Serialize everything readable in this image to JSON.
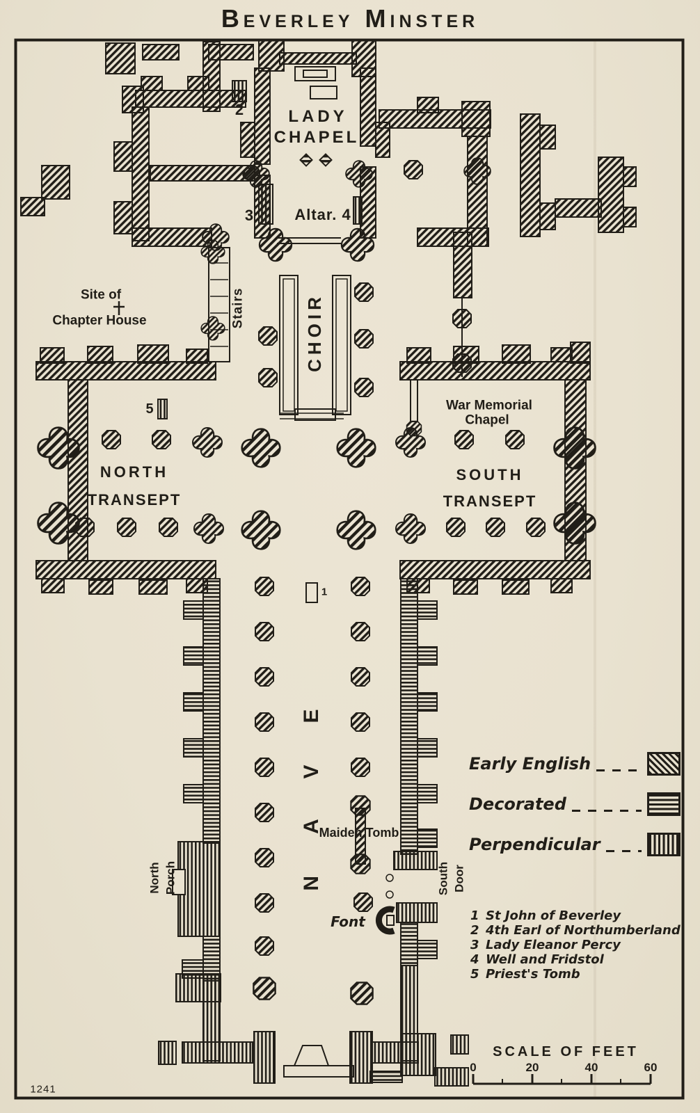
{
  "page": {
    "title": "Beverley Minster",
    "plate_number": "1241"
  },
  "plan": {
    "labels": {
      "lady_chapel": [
        "LADY",
        "CHAPEL"
      ],
      "altar": "Altar. 4",
      "choir": "CHOIR",
      "stairs": "Stairs",
      "chapter_house": [
        "Site of",
        "Chapter House"
      ],
      "war_memorial_chapel": [
        "War Memorial",
        "Chapel"
      ],
      "north_transept": [
        "NORTH",
        "TRANSEPT"
      ],
      "south_transept": [
        "SOUTH",
        "TRANSEPT"
      ],
      "nave": "NAVE",
      "maiden_tomb": "Maiden Tomb",
      "font": "Font",
      "north_porch": [
        "North",
        "Porch"
      ],
      "south_door": [
        "South",
        "Door"
      ]
    },
    "markers": {
      "m1": "1",
      "m2": "2",
      "m3": "3",
      "m5": "5"
    }
  },
  "legend": {
    "items": [
      {
        "label": "Early English",
        "pattern": "diagonal-hatch"
      },
      {
        "label": "Decorated",
        "pattern": "horizontal-lines"
      },
      {
        "label": "Perpendicular",
        "pattern": "vertical-lines"
      }
    ]
  },
  "key": {
    "items": [
      {
        "num": "1",
        "text": "St John of Beverley"
      },
      {
        "num": "2",
        "text": "4th Earl of Northumberland"
      },
      {
        "num": "3",
        "text": "Lady Eleanor Percy"
      },
      {
        "num": "4",
        "text": "Well and Fridstol"
      },
      {
        "num": "5",
        "text": "Priest's Tomb"
      }
    ]
  },
  "scale": {
    "title": "SCALE OF FEET",
    "ticks": [
      "0",
      "20",
      "40",
      "60"
    ]
  },
  "colors": {
    "paper": "#e9e2d0",
    "ink": "#211e18"
  }
}
